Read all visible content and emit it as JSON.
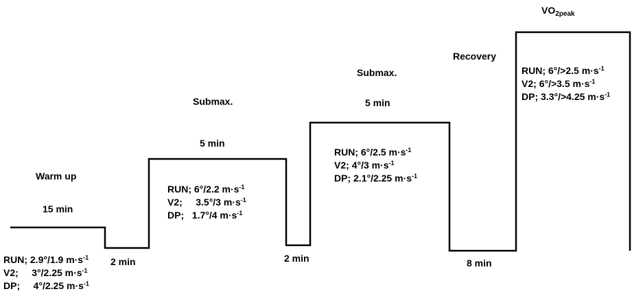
{
  "phases": {
    "warmup": {
      "title": "Warm up",
      "duration": "15 min",
      "rows": [
        {
          "label": "RUN;",
          "value": "2.9°/1.9 m·s",
          "exp": "-1"
        },
        {
          "label": "V2;",
          "value": "3°/2.25 m·s",
          "exp": "-1"
        },
        {
          "label": "DP;",
          "value": "4°/2.25 m·s",
          "exp": "-1"
        }
      ]
    },
    "break1": {
      "duration": "2 min"
    },
    "submax1": {
      "title": "Submax.",
      "duration": "5 min",
      "rows": [
        {
          "label": "RUN;",
          "value": "6°/2.2 m·s",
          "exp": "-1"
        },
        {
          "label": "V2;",
          "value": "3.5°/3 m·s",
          "exp": "-1"
        },
        {
          "label": "DP;",
          "value": "1.7°/4 m·s",
          "exp": "-1"
        }
      ]
    },
    "break2": {
      "duration": "2 min"
    },
    "submax2": {
      "title": "Submax.",
      "duration": "5 min",
      "rows": [
        {
          "label": "RUN;",
          "value": "6°/2.5 m·s",
          "exp": "-1"
        },
        {
          "label": "V2;",
          "value": "4°/3 m·s",
          "exp": "-1"
        },
        {
          "label": "DP;",
          "value": "2.1°/2.25 m·s",
          "exp": "-1"
        }
      ]
    },
    "recovery": {
      "title": "Recovery",
      "duration": "8 min"
    },
    "vo2peak": {
      "title_main": "VO",
      "title_sub": "2peak",
      "rows": [
        {
          "label": "RUN;",
          "value": "6°/>2.5 m·s",
          "exp": "-1"
        },
        {
          "label": "V2;",
          "value": "6°/>3.5 m·s",
          "exp": "-1"
        },
        {
          "label": "DP;",
          "value": "3.3°/>4.25 m·s",
          "exp": "-1"
        }
      ]
    }
  },
  "colors": {
    "line": "#000000",
    "text": "#000000",
    "background": "#ffffff"
  }
}
